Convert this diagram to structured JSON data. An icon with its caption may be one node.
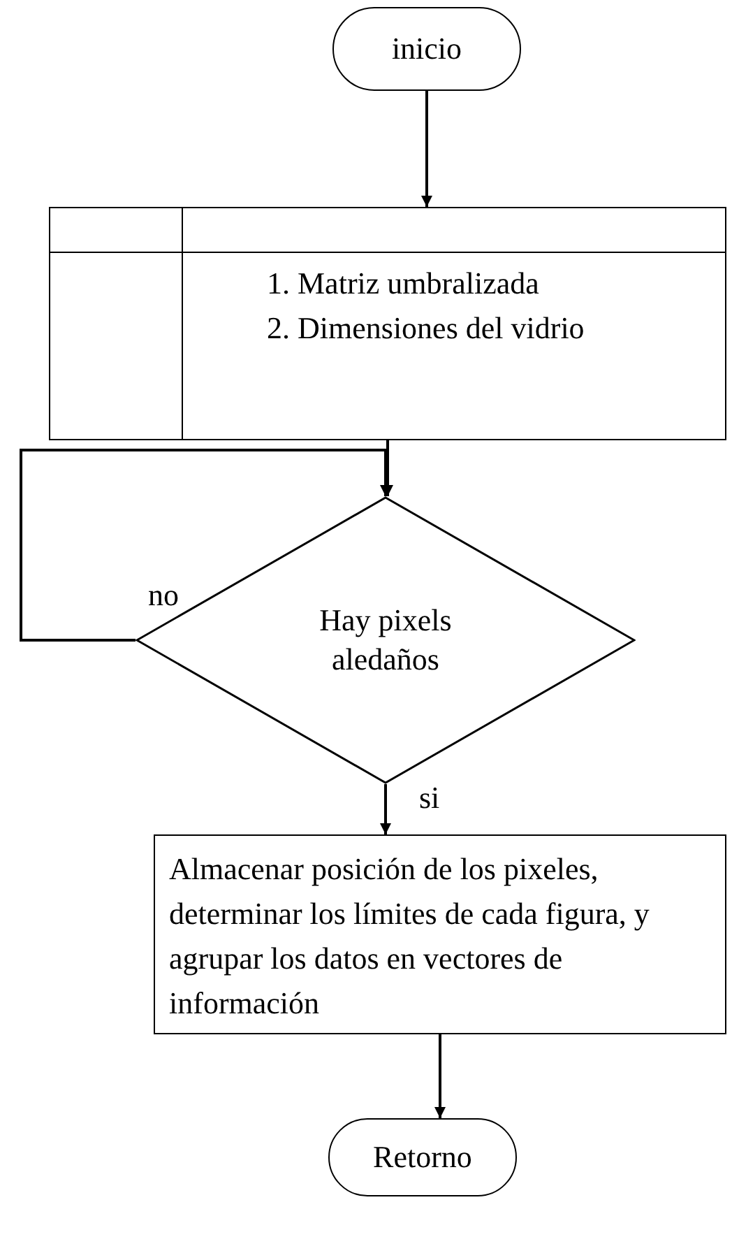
{
  "diagram": {
    "nodes": [
      {
        "text": [
          "inicio"
        ]
      },
      {
        "text": [
          "1. Matriz umbralizada",
          "2. Dimensiones del vidrio"
        ]
      },
      {
        "text": [
          "Hay pixels aledaños"
        ]
      },
      {
        "text": [
          "Almacenar posición de los pixeles, determinar los límites de cada figura, y agrupar los datos en vectores de información"
        ]
      },
      {
        "text": [
          "Retorno"
        ]
      }
    ],
    "edges": [
      {
        "from": 0,
        "to": 1,
        "arrow": "to"
      },
      {
        "from": 1,
        "to": 2,
        "arrow": "to"
      },
      {
        "from": 2,
        "to": 2,
        "arrow": "to",
        "label": "no"
      },
      {
        "from": 2,
        "to": 3,
        "arrow": "to",
        "label": "si"
      },
      {
        "from": 3,
        "to": 4,
        "arrow": "to"
      }
    ]
  }
}
